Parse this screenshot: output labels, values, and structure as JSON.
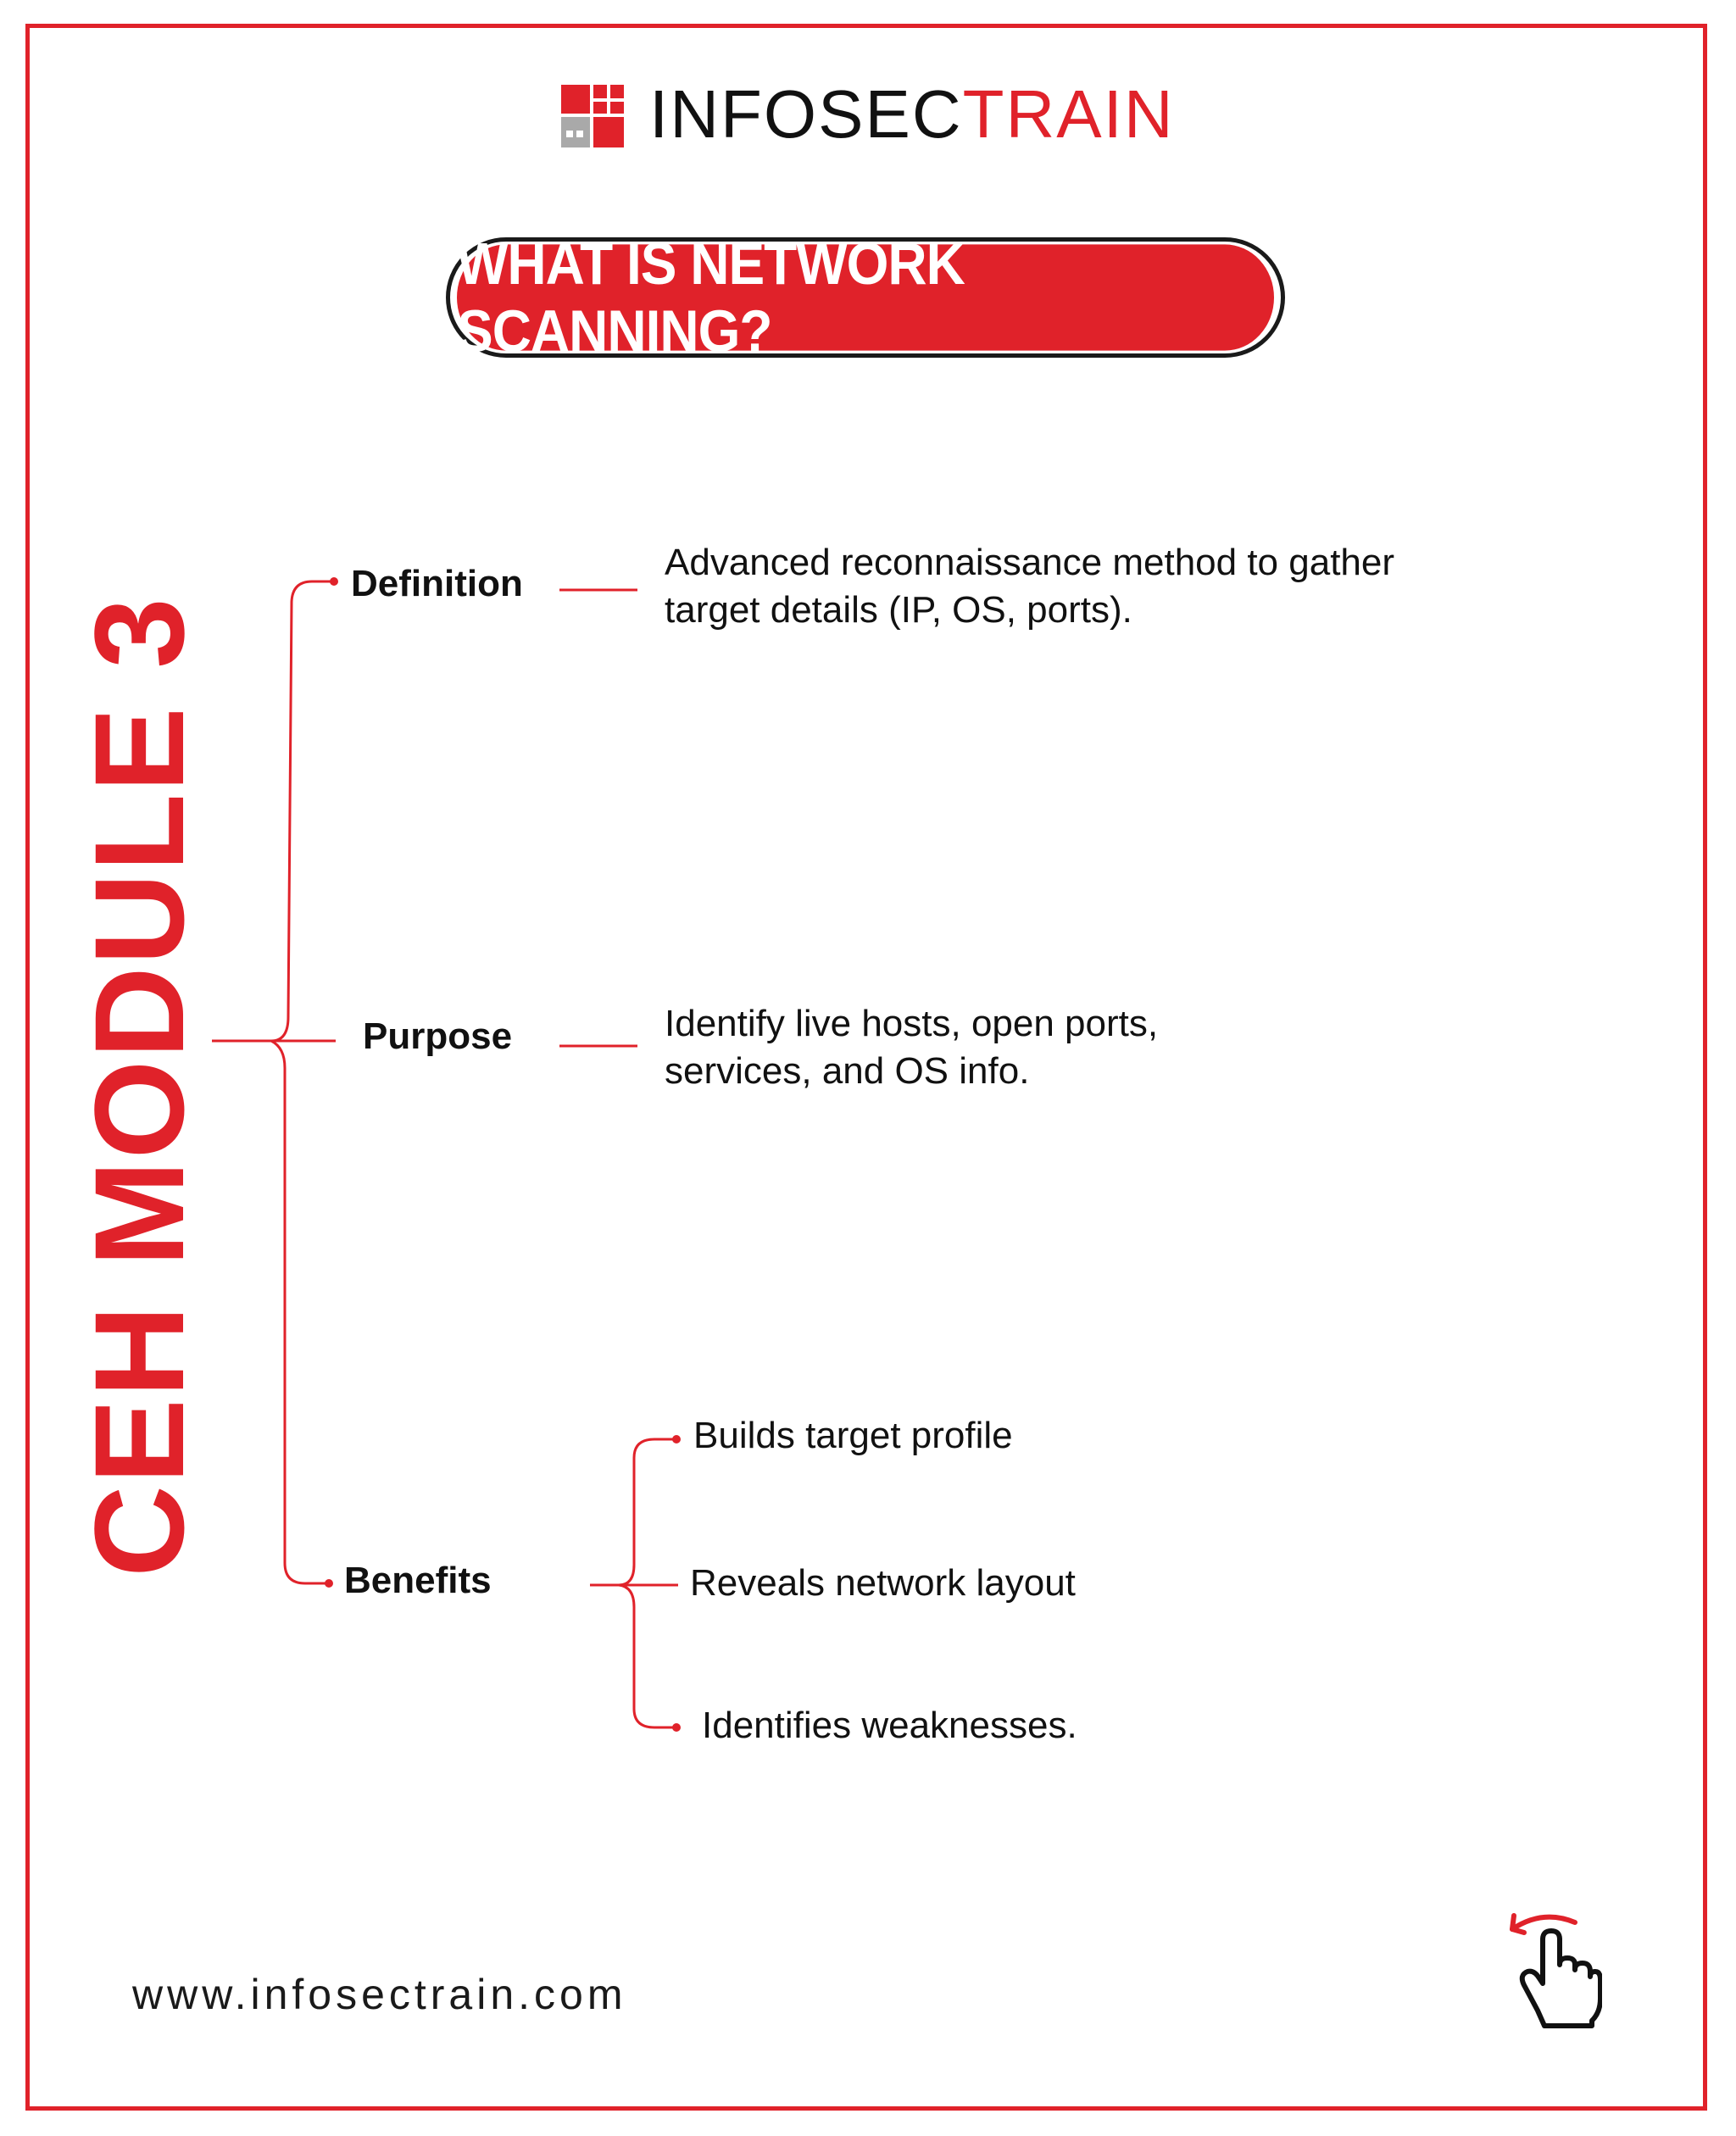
{
  "brand": {
    "logo_part1": "INFOSEC",
    "logo_part2": "TRAIN",
    "accent_color": "#e0222a",
    "text_color": "#111111"
  },
  "title": "WHAT IS NETWORK SCANNING?",
  "side_title": "CEH MODULE 3",
  "nodes": {
    "definition": {
      "label": "Definition",
      "text": [
        "Advanced reconnaissance method to gather",
        "target details (IP, OS, ports)."
      ]
    },
    "purpose": {
      "label": "Purpose",
      "text": [
        "Identify live hosts, open ports,",
        "services, and OS info."
      ]
    },
    "benefits": {
      "label": "Benefits",
      "items": [
        "Builds target profile",
        "Reveals network layout",
        "Identifies weaknesses."
      ]
    }
  },
  "footer": {
    "url": "www.infosectrain.com",
    "icon": "swipe-hand-icon"
  }
}
